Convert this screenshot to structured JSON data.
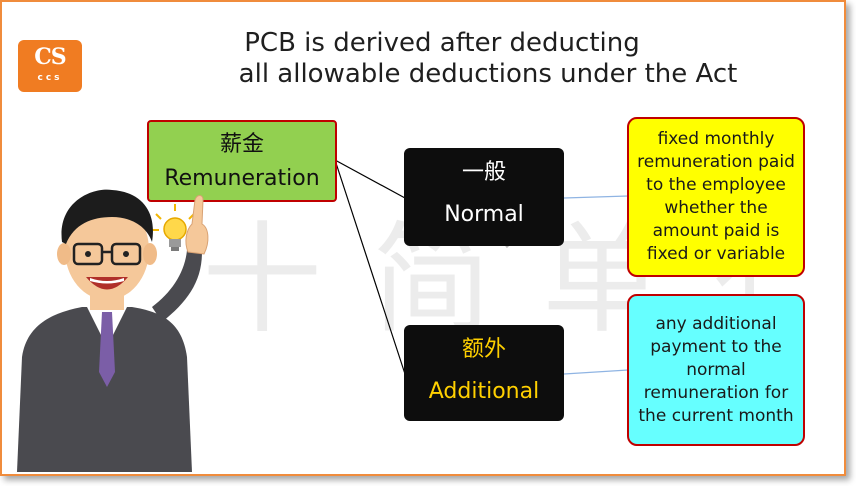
{
  "logo": {
    "main": "CS",
    "sub": "ccs"
  },
  "title": {
    "line1": "PCB is derived after deducting",
    "line2": "all allowable deductions under the Act"
  },
  "remuneration": {
    "zh": "薪金",
    "en": "Remuneration"
  },
  "normal": {
    "zh": "一般",
    "en": "Normal"
  },
  "additional": {
    "zh": "额外",
    "en": "Additional"
  },
  "notes": {
    "normal": "fixed monthly remuneration paid to the employee whether the amount paid is fixed or variable",
    "additional": "any additional payment to the normal remuneration for the current month"
  },
  "colors": {
    "frame": "#f08c3c",
    "remuneration_fill": "#92d050",
    "normal_note_fill": "#ffff00",
    "additional_note_fill": "#66ffff",
    "additional_text": "#ffd000",
    "border_red": "#c00000"
  }
}
